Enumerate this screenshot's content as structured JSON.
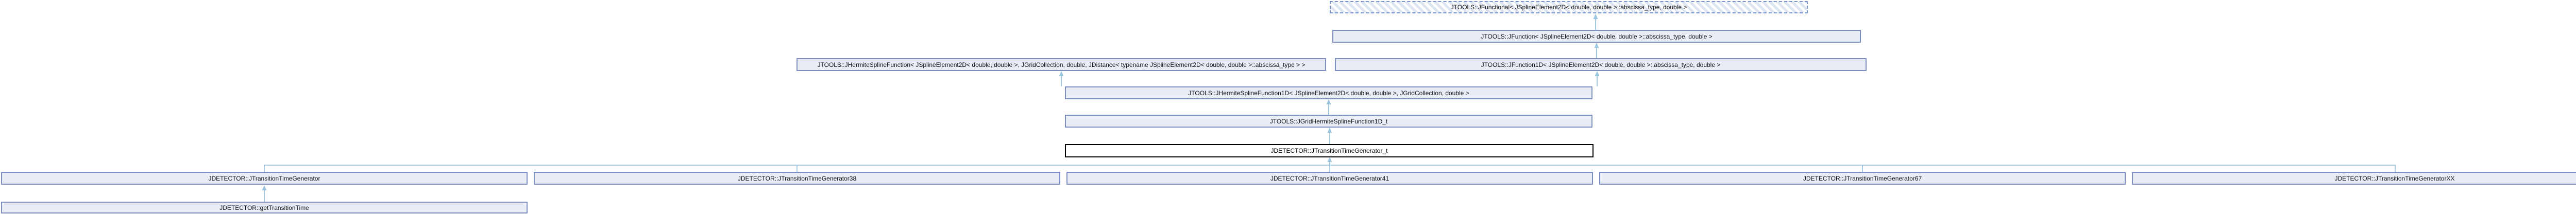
{
  "diagram": {
    "type": "class-inheritance-graph",
    "nodes": {
      "jfunctional": {
        "label": "JTOOLS::JFunctional< JSplineElement2D< double, double >::abscissa_type, double >",
        "style": "template-hatched"
      },
      "jfunction": {
        "label": "JTOOLS::JFunction< JSplineElement2D< double, double >::abscissa_type, double >",
        "style": "solid"
      },
      "jhermitesplinefunction": {
        "label": "JTOOLS::JHermiteSplineFunction< JSplineElement2D< double, double >, JGridCollection, double, JDistance< typename JSplineElement2D< double, double >::abscissa_type > >",
        "style": "solid"
      },
      "jfunction1d": {
        "label": "JTOOLS::JFunction1D< JSplineElement2D< double, double >::abscissa_type, double >",
        "style": "solid"
      },
      "jhermitesplinefunction1d": {
        "label": "JTOOLS::JHermiteSplineFunction1D< JSplineElement2D< double, double >, JGridCollection, double >",
        "style": "solid"
      },
      "jgridhermitesplinefunction1d_t": {
        "label": "JTOOLS::JGridHermiteSplineFunction1D_t",
        "style": "solid"
      },
      "jtransitiontimegenerator_t": {
        "label": "JDETECTOR::JTransitionTimeGenerator_t",
        "style": "current-class"
      },
      "jtransitiontimegenerator": {
        "label": "JDETECTOR::JTransitionTimeGenerator",
        "style": "solid"
      },
      "jtransitiontimegenerator38": {
        "label": "JDETECTOR::JTransitionTimeGenerator38",
        "style": "solid"
      },
      "jtransitiontimegenerator41": {
        "label": "JDETECTOR::JTransitionTimeGenerator41",
        "style": "solid"
      },
      "jtransitiontimegenerator67": {
        "label": "JDETECTOR::JTransitionTimeGenerator67",
        "style": "solid"
      },
      "jtransitiontimegeneratorxx": {
        "label": "JDETECTOR::JTransitionTimeGeneratorXX",
        "style": "solid"
      },
      "gettransitiontime": {
        "label": "JDETECTOR::getTransitionTime",
        "style": "solid"
      }
    },
    "colors": {
      "node_fill": "#e9edf6",
      "node_border": "#7e8fc1",
      "current_node_fill": "#ffffff",
      "current_node_border": "#000000",
      "hatch_stripe": "#dee5f2",
      "hatch_border": "#7a94cc",
      "edge": "#a3c9e1",
      "arrowhead": "#9cc6e0",
      "background": "#ffffff"
    }
  }
}
